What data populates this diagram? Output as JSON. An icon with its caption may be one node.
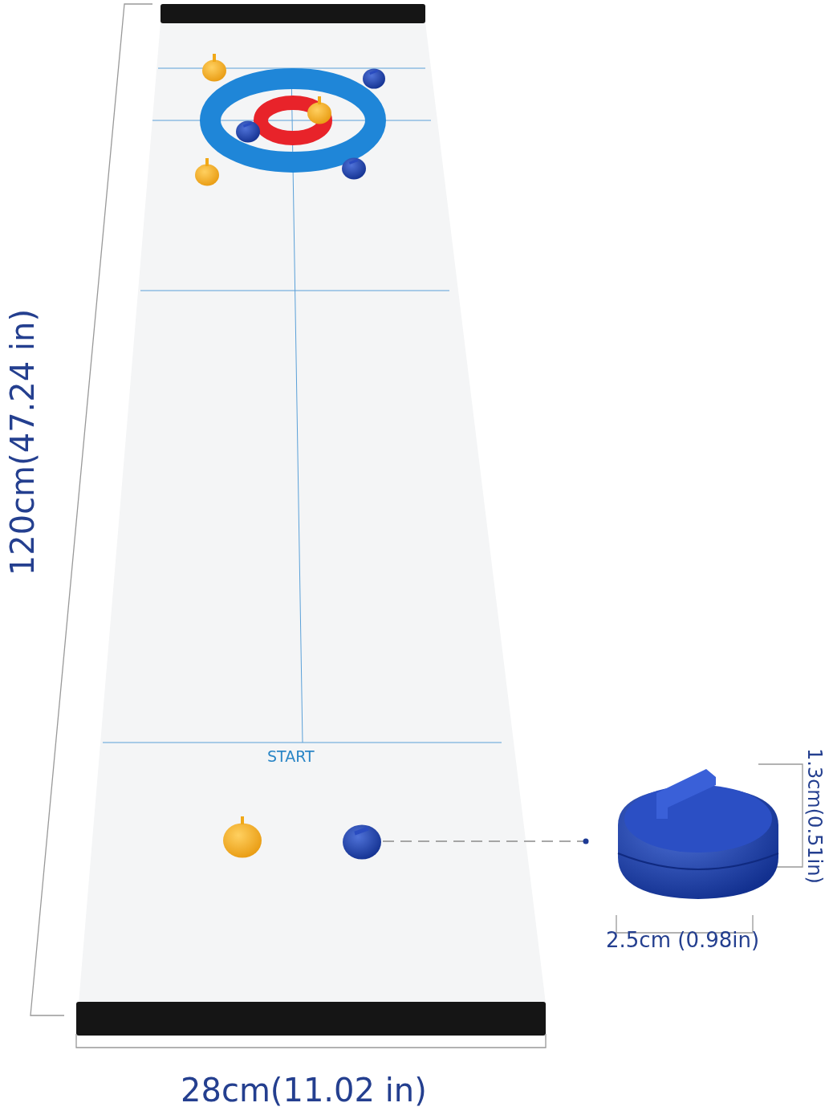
{
  "diagram": {
    "nodes": [
      {
        "text": [],
        "shape": "picture"
      },
      {
        "text": [],
        "shape": "picture"
      }
    ],
    "edges": [
      {
        "from": 0,
        "to": 1,
        "arrow": "other",
        "style": "dashed"
      }
    ],
    "labels": [
      "120cm(47.24 in)",
      "START",
      "1.3cm(0.51in)",
      "2.5cm (0.98in)",
      "28cm(11.02 in)"
    ]
  }
}
